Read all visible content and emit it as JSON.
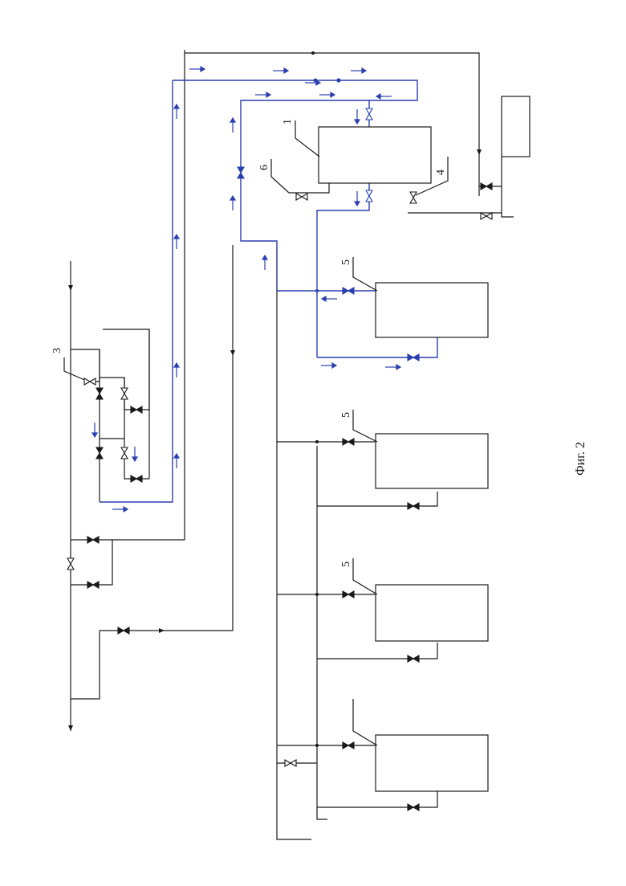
{
  "caption": "Фиг. 2",
  "labels": {
    "l1": "1",
    "l3": "3",
    "l4": "4",
    "l5a": "5",
    "l5b": "5",
    "l5c": "5",
    "l6": "6"
  },
  "colors": {
    "line": "#1a1a1a",
    "flow": "#2a3fb0"
  },
  "icons": {
    "valve_open": "valve-open-icon",
    "valve_closed": "valve-closed-icon",
    "arrow": "flow-arrow-icon"
  }
}
